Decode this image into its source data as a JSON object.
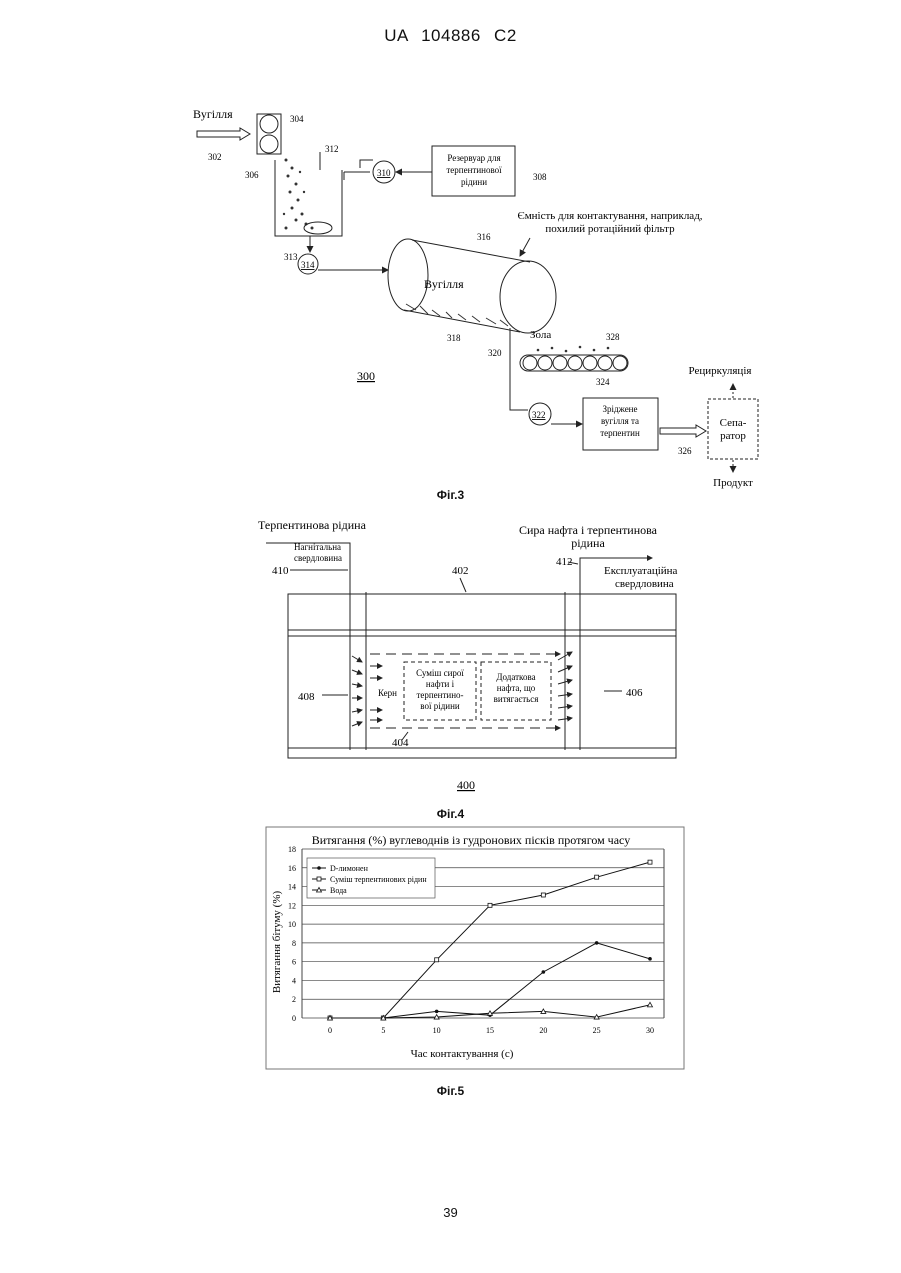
{
  "header": "UA   104886   C2",
  "page_number": "39",
  "fig3": {
    "caption": "Фіг.3",
    "coal_in": "Вугілля",
    "n302": "302",
    "n304": "304",
    "n306": "306",
    "n308": "308",
    "n310": "310",
    "n312": "312",
    "n313": "313",
    "n314": "314",
    "n316": "316",
    "n318": "318",
    "n320": "320",
    "n322": "322",
    "n324": "324",
    "n326": "326",
    "n328": "328",
    "n300": "300",
    "reservoir": [
      "Резервуар для",
      "терпентинової",
      "рідини"
    ],
    "vessel": [
      "Ємність для контактування, наприклад,",
      "похилий ротаційний фільтр"
    ],
    "drum_label": "Вугілля",
    "ash": "Зола",
    "liquefied": [
      "Зріджене",
      "вугілля та",
      "терпентин"
    ],
    "separator": [
      "Сепа-",
      "ратор"
    ],
    "recycle": "Рециркуляція",
    "product": "Продукт"
  },
  "fig4": {
    "caption": "Фіг.4",
    "turp_liquid": "Терпентинова рідина",
    "crude_turp": [
      "Сира нафта і терпентинова",
      "рідина"
    ],
    "injection": [
      "Нагнітальна",
      "свердловина"
    ],
    "production": [
      "Експлуатаційна",
      "свердловина"
    ],
    "n410": "410",
    "n402": "402",
    "n412": "412",
    "n408": "408",
    "n406": "406",
    "n404": "404",
    "n400": "400",
    "core": "Керн",
    "mixture": [
      "Суміш сирої",
      "нафти і",
      "терпентино-",
      "вої рідини"
    ],
    "additional": [
      "Додаткова",
      "нафта, що",
      "витягається"
    ]
  },
  "fig5": {
    "caption": "Фіг.5"
  },
  "chart_data": {
    "type": "line",
    "title": "Витягання (%) вуглеводнів із гудронових пісків протягом часу",
    "xlabel": "Час контактування (с)",
    "ylabel": "Витягання бітуму (%)",
    "x": [
      0,
      5,
      10,
      15,
      20,
      25,
      30
    ],
    "ylim": [
      0,
      18
    ],
    "yticks": [
      0,
      2,
      4,
      6,
      8,
      10,
      12,
      14,
      16,
      18
    ],
    "grid": true,
    "legend_position": "top-left",
    "series": [
      {
        "name": "D-лимонен",
        "marker": "diamond",
        "values": [
          0,
          0,
          0.7,
          0.3,
          4.9,
          8.0,
          6.3
        ]
      },
      {
        "name": "Суміш терпентинових рідин",
        "marker": "square",
        "values": [
          0,
          0,
          6.2,
          12.0,
          13.1,
          15.0,
          16.6
        ]
      },
      {
        "name": "Вода",
        "marker": "triangle",
        "values": [
          0,
          0,
          0.1,
          0.5,
          0.7,
          0.1,
          1.4
        ]
      }
    ]
  }
}
